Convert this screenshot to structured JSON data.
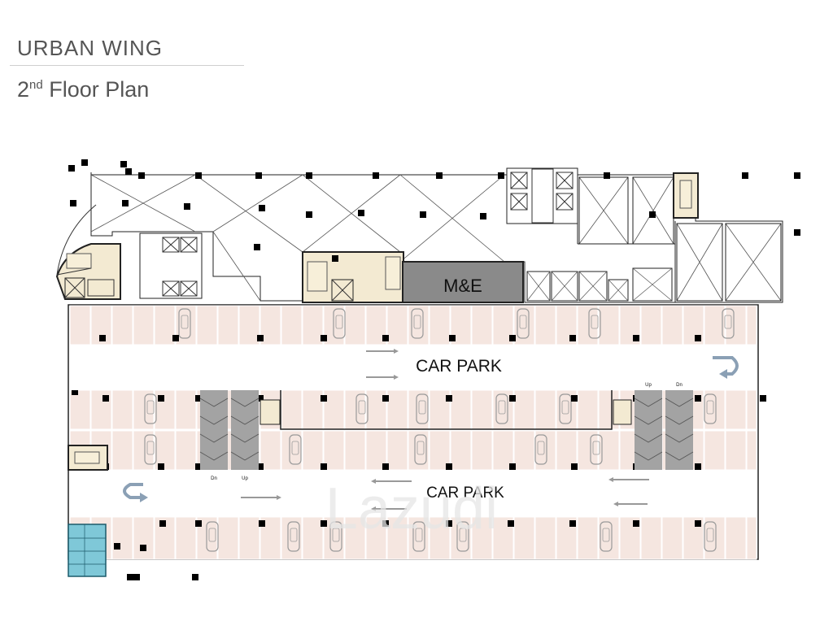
{
  "header": {
    "building": "URBAN WING",
    "floor_num": "2",
    "floor_suffix": "nd",
    "floor_label": "Floor Plan"
  },
  "plan": {
    "me_label": "M&E",
    "car_park_upper": "CAR PARK",
    "car_park_lower": "CAR PARK",
    "ramp_up": "Up",
    "ramp_dn": "Dn",
    "watermark": "Lazudi"
  },
  "colors": {
    "parking_bay": "#f5e6e0",
    "core": "#f3ead2",
    "me_room": "#8a8a8a",
    "ramp": "#a3a3a3",
    "stair_blue": "#7fc8d8",
    "line": "#222222"
  }
}
